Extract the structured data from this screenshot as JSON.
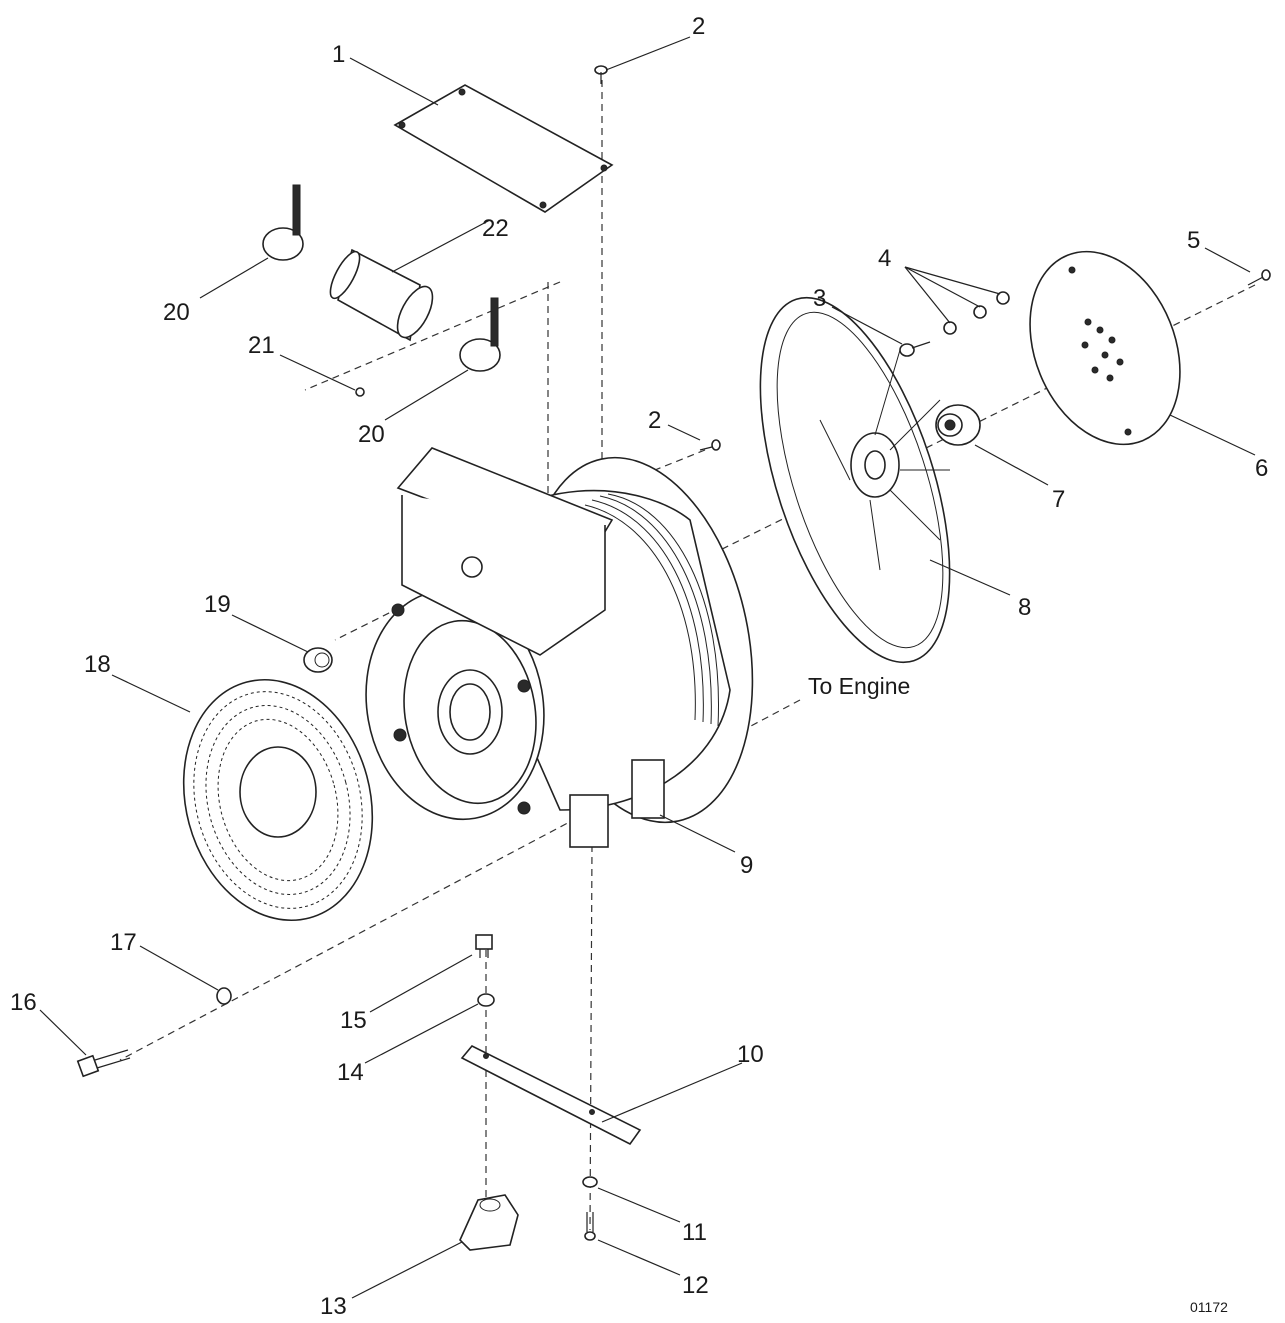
{
  "diagram": {
    "callouts": {
      "c1": "1",
      "c2a": "2",
      "c2b": "2",
      "c3": "3",
      "c4": "4",
      "c5": "5",
      "c6": "6",
      "c7": "7",
      "c8": "8",
      "c9": "9",
      "c10": "10",
      "c11": "11",
      "c12": "12",
      "c13": "13",
      "c14": "14",
      "c15": "15",
      "c16": "16",
      "c17": "17",
      "c18": "18",
      "c19": "19",
      "c20a": "20",
      "c20b": "20",
      "c21": "21",
      "c22": "22"
    },
    "note": "To Engine",
    "figure_id": "01172"
  }
}
